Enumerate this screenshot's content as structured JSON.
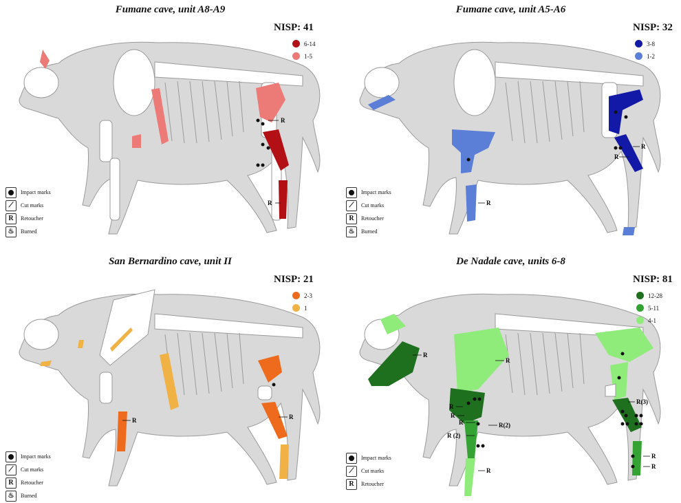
{
  "panels": [
    {
      "title": "Fumane cave, unit A8-A9",
      "nisp": "NISP: 41",
      "legend": [
        {
          "label": "6-14",
          "color": "#b31016"
        },
        {
          "label": "1-5",
          "color": "#ec7b77"
        }
      ],
      "key": [
        "Impact marks",
        "Cut marks",
        "Retoucher",
        "Burned"
      ],
      "annotations": [
        "R",
        "R"
      ]
    },
    {
      "title": "Fumane cave, unit A5-A6",
      "nisp": "NISP: 32",
      "legend": [
        {
          "label": "3-8",
          "color": "#1219a6"
        },
        {
          "label": "1-2",
          "color": "#5b7ed6"
        }
      ],
      "key": [
        "Impact marks",
        "Cut marks",
        "Retoucher",
        "Burned"
      ],
      "annotations": [
        "R",
        "R",
        "R"
      ]
    },
    {
      "title": "San Bernardino cave, unit II",
      "nisp": "NISP: 21",
      "legend": [
        {
          "label": "2-3",
          "color": "#ee6a1c"
        },
        {
          "label": "1",
          "color": "#f0b145"
        }
      ],
      "key": [
        "Impact marks",
        "Cut marks",
        "Retoucher",
        "Burned"
      ],
      "annotations": [
        "R",
        "R"
      ]
    },
    {
      "title": "De Nadale cave, units 6-8",
      "nisp": "NISP: 81",
      "legend": [
        {
          "label": "12-28",
          "color": "#1e6f1e"
        },
        {
          "label": "5-11",
          "color": "#34a334"
        },
        {
          "label": "4-1",
          "color": "#8fec7a"
        }
      ],
      "key": [
        "Impact marks",
        "Cut marks",
        "Retoucher"
      ],
      "annotations": [
        "R",
        "R",
        "R",
        "R",
        "R",
        "R(2)",
        "R (2)",
        "R",
        "R(3)",
        "R",
        "R"
      ]
    }
  ]
}
